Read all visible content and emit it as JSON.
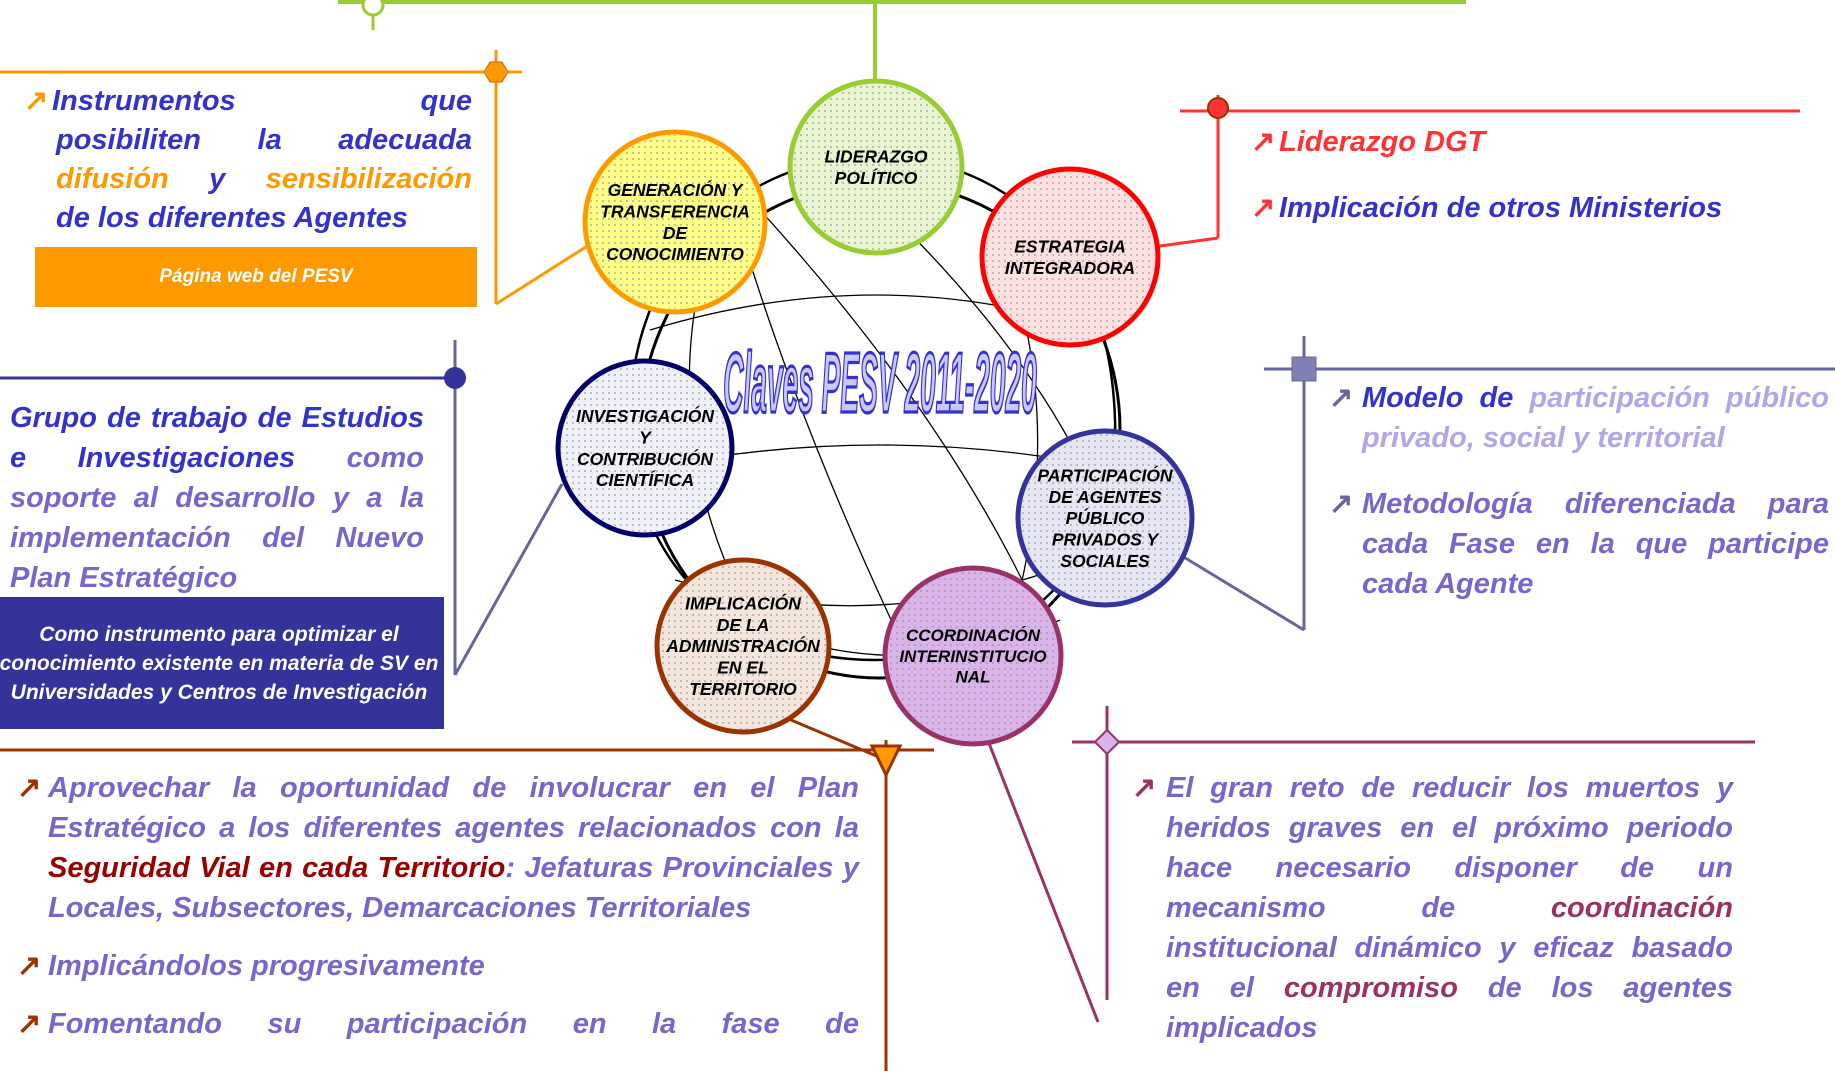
{
  "center_title": "Claves PESV 2011-2020",
  "nodes": [
    {
      "id": "liderazgo",
      "label": "LIDERAZGO\nPOLÍTICO",
      "color": "#99cc33",
      "fill": "#e8f5d0"
    },
    {
      "id": "estrategia",
      "label": "ESTRATEGIA\nINTEGRADORA",
      "color": "#ff0000",
      "fill": "#ffe0e0"
    },
    {
      "id": "participacion",
      "label": "PARTICIPACIÓN\nDE AGENTES\nPÚBLICO\nPRIVADOS Y\nSOCIALES",
      "color": "#333399",
      "fill": "#e6e6f5"
    },
    {
      "id": "coordinacion",
      "label": "CCORDINACIÓN\nINTERINSTITUCIO\nNAL",
      "color": "#993366",
      "fill": "#d9b3ea"
    },
    {
      "id": "implicacion",
      "label": "IMPLICACIÓN\nDE LA\nADMINISTRACIÓN\nEN EL\nTERRITORIO",
      "color": "#993300",
      "fill": "#f5e6dd"
    },
    {
      "id": "investigacion",
      "label": "INVESTIGACIÓN\nY\nCONTRIBUCIÓN\nCIENTÍFICA",
      "color": "#000066",
      "fill": "#f0f0f8"
    },
    {
      "id": "generacion",
      "label": "GENERACIÓN Y\nTRANSFERENCIA\nDE\nCONOCIMIENTO",
      "color": "#ff9900",
      "fill": "#ffff88"
    }
  ],
  "top_left": {
    "line1_a": "Instrumentos",
    "line1_b": "que",
    "line2": "posibiliten la adecuada",
    "w_difusion": "difusión",
    "w_y": "y",
    "w_sensibilizacion": "sensibilización",
    "line4": "de los diferentes Agentes",
    "box": "Página web del PESV"
  },
  "mid_left": {
    "text": "Grupo de trabajo de Estudios e Investigaciones",
    "text2": "como soporte al desarrollo y a la implementación del Nuevo Plan Estratégico",
    "box": "Como instrumento para optimizar el conocimiento existente en materia de SV en Universidades y Centros de Investigación"
  },
  "top_right": {
    "items": [
      "Liderazgo DGT",
      "Implicación de otros Ministerios"
    ]
  },
  "mid_right": {
    "item1_a": "Modelo de",
    "item1_b": "participación público privado, social y territorial",
    "item2": "Metodología diferenciada para cada Fase en la que participe cada Agente"
  },
  "bottom_left": {
    "item1_a": "Aprovechar la oportunidad de involucrar en el Plan Estratégico a los diferentes agentes relacionados con la",
    "item1_b": "Seguridad Vial en cada Territorio",
    "item1_c": ": Jefaturas Provinciales y Locales, Subsectores, Demarcaciones Territoriales",
    "item2": "Implicándolos progresivamente",
    "item3": "Fomentando su participación en la fase de"
  },
  "bottom_right": {
    "t1": "El gran reto de reducir los muertos y heridos graves en el próximo periodo hace necesario disponer de un mecanismo de",
    "t2": "coordinación",
    "t3": "institucional dinámico y eficaz basado en el",
    "t4": "compromiso",
    "t5": "de los agentes implicados"
  },
  "colors": {
    "orange": "#ff9900",
    "green": "#99cc33",
    "red": "#ff3333",
    "navy": "#333399",
    "slate": "#666699",
    "brown": "#993300",
    "plum": "#993366",
    "textblue": "#3333cc",
    "purple": "#7766cc",
    "lavender": "#b3a6e6",
    "darkred": "#990000",
    "box_orange": "#ff9900",
    "box_navy": "#333399"
  },
  "arrow_icon": "↗"
}
